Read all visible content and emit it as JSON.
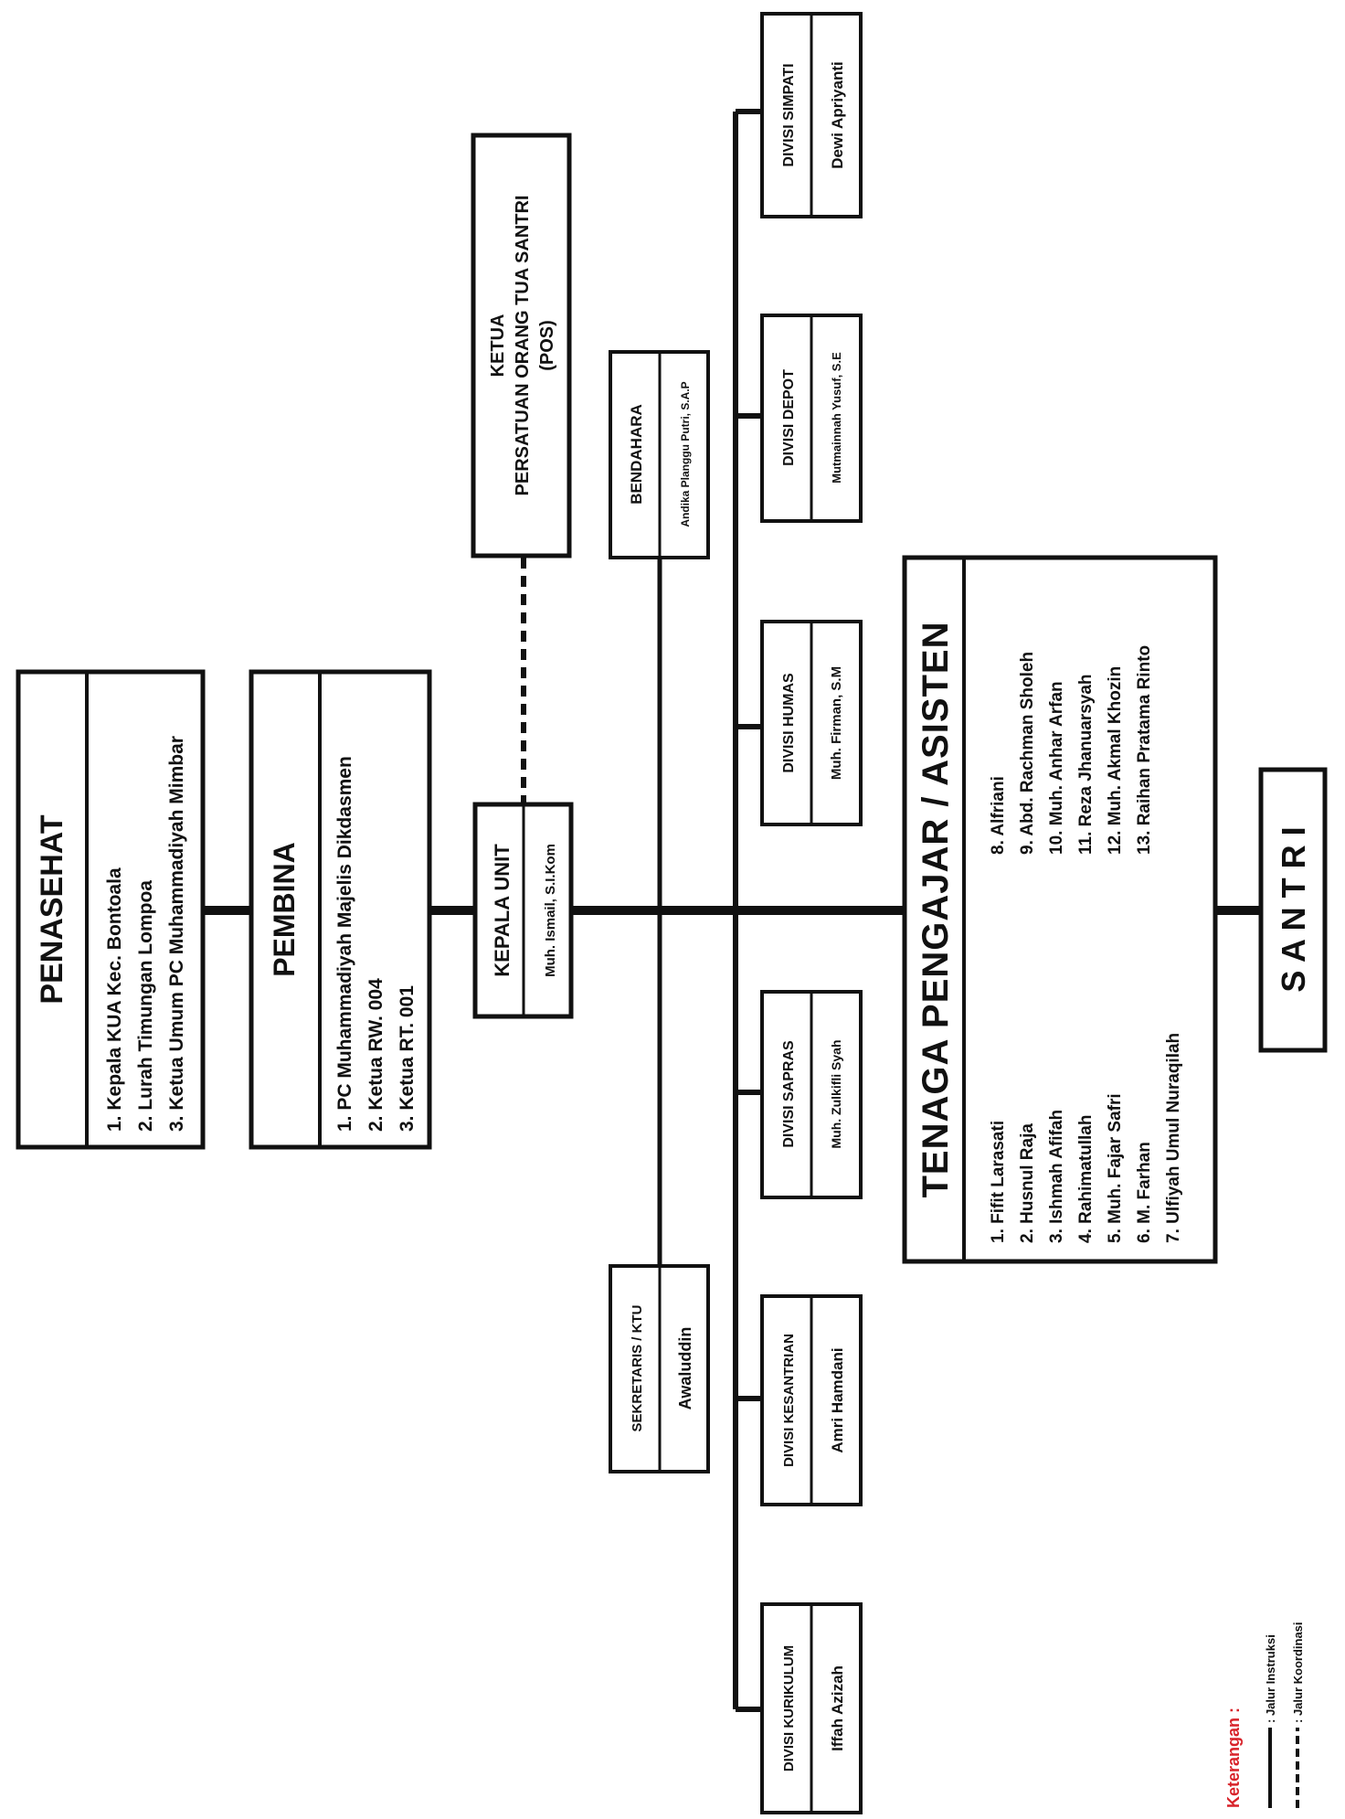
{
  "penasehat": {
    "title": "PENASEHAT",
    "members": [
      "1. Kepala KUA Kec. Bontoala",
      "2. Lurah Timungan Lompoa",
      "3. Ketua Umum PC Muhammadiyah Mimbar"
    ]
  },
  "pembina": {
    "title": "PEMBINA",
    "members": [
      "1. PC Muhammadiyah Majelis Dikdasmen",
      "2. Ketua RW. 004",
      "3. Ketua RT. 001"
    ]
  },
  "kepala_unit": {
    "title": "KEPALA UNIT",
    "name": "Muh. Ismail, S.I.Kom"
  },
  "ketua_pos": {
    "lines": [
      "KETUA",
      "PERSATUAN ORANG TUA SANTRI",
      "(POS)"
    ]
  },
  "bendahara": {
    "title": "BENDAHARA",
    "name": "Andika Planggu Putri, S.A.P"
  },
  "sekretaris": {
    "title": "SEKRETARIS / KTU",
    "name": "Awaluddin"
  },
  "divisions": [
    {
      "title": "DIVISI SIMPATI",
      "name": "Dewi Apriyanti"
    },
    {
      "title": "DIVISI DEPOT",
      "name": "Mutmainnah Yusuf, S.E"
    },
    {
      "title": "DIVISI HUMAS",
      "name": "Muh. Firman, S.M"
    },
    {
      "title": "DIVISI SAPRAS",
      "name": "Muh. Zulkifli Syah"
    },
    {
      "title": "DIVISI KESANTRIAN",
      "name": "Amri Hamdani"
    },
    {
      "title": "DIVISI KURIKULUM",
      "name": "Iffah Azizah"
    }
  ],
  "tenaga": {
    "title": "TENAGA PENGAJAR / ASISTEN",
    "left": [
      "1. Fifit Larasati",
      "2. Husnul Raja",
      "3. Ishmah Afifah",
      "4. Rahimatullah",
      "5. Muh. Fajar Safri",
      "6. M. Farhan",
      "7. Ulfiyah Umul Nuraqilah"
    ],
    "right": [
      "8. Alfriani",
      "9. Abd. Rachman Sholeh",
      "10. Muh. Anhar Arfan",
      "11. Reza Jhanuarsyah",
      "12. Muh. Akmal Khozin",
      "13. Raihan Pratama Rinto"
    ]
  },
  "santri": {
    "title": "S A N T R I"
  },
  "legend": {
    "title": "Keterangan :",
    "solid": ": Jalur Instruksi",
    "dashed": ": Jalur Koordinasi",
    "title_color": "#d8232a"
  }
}
